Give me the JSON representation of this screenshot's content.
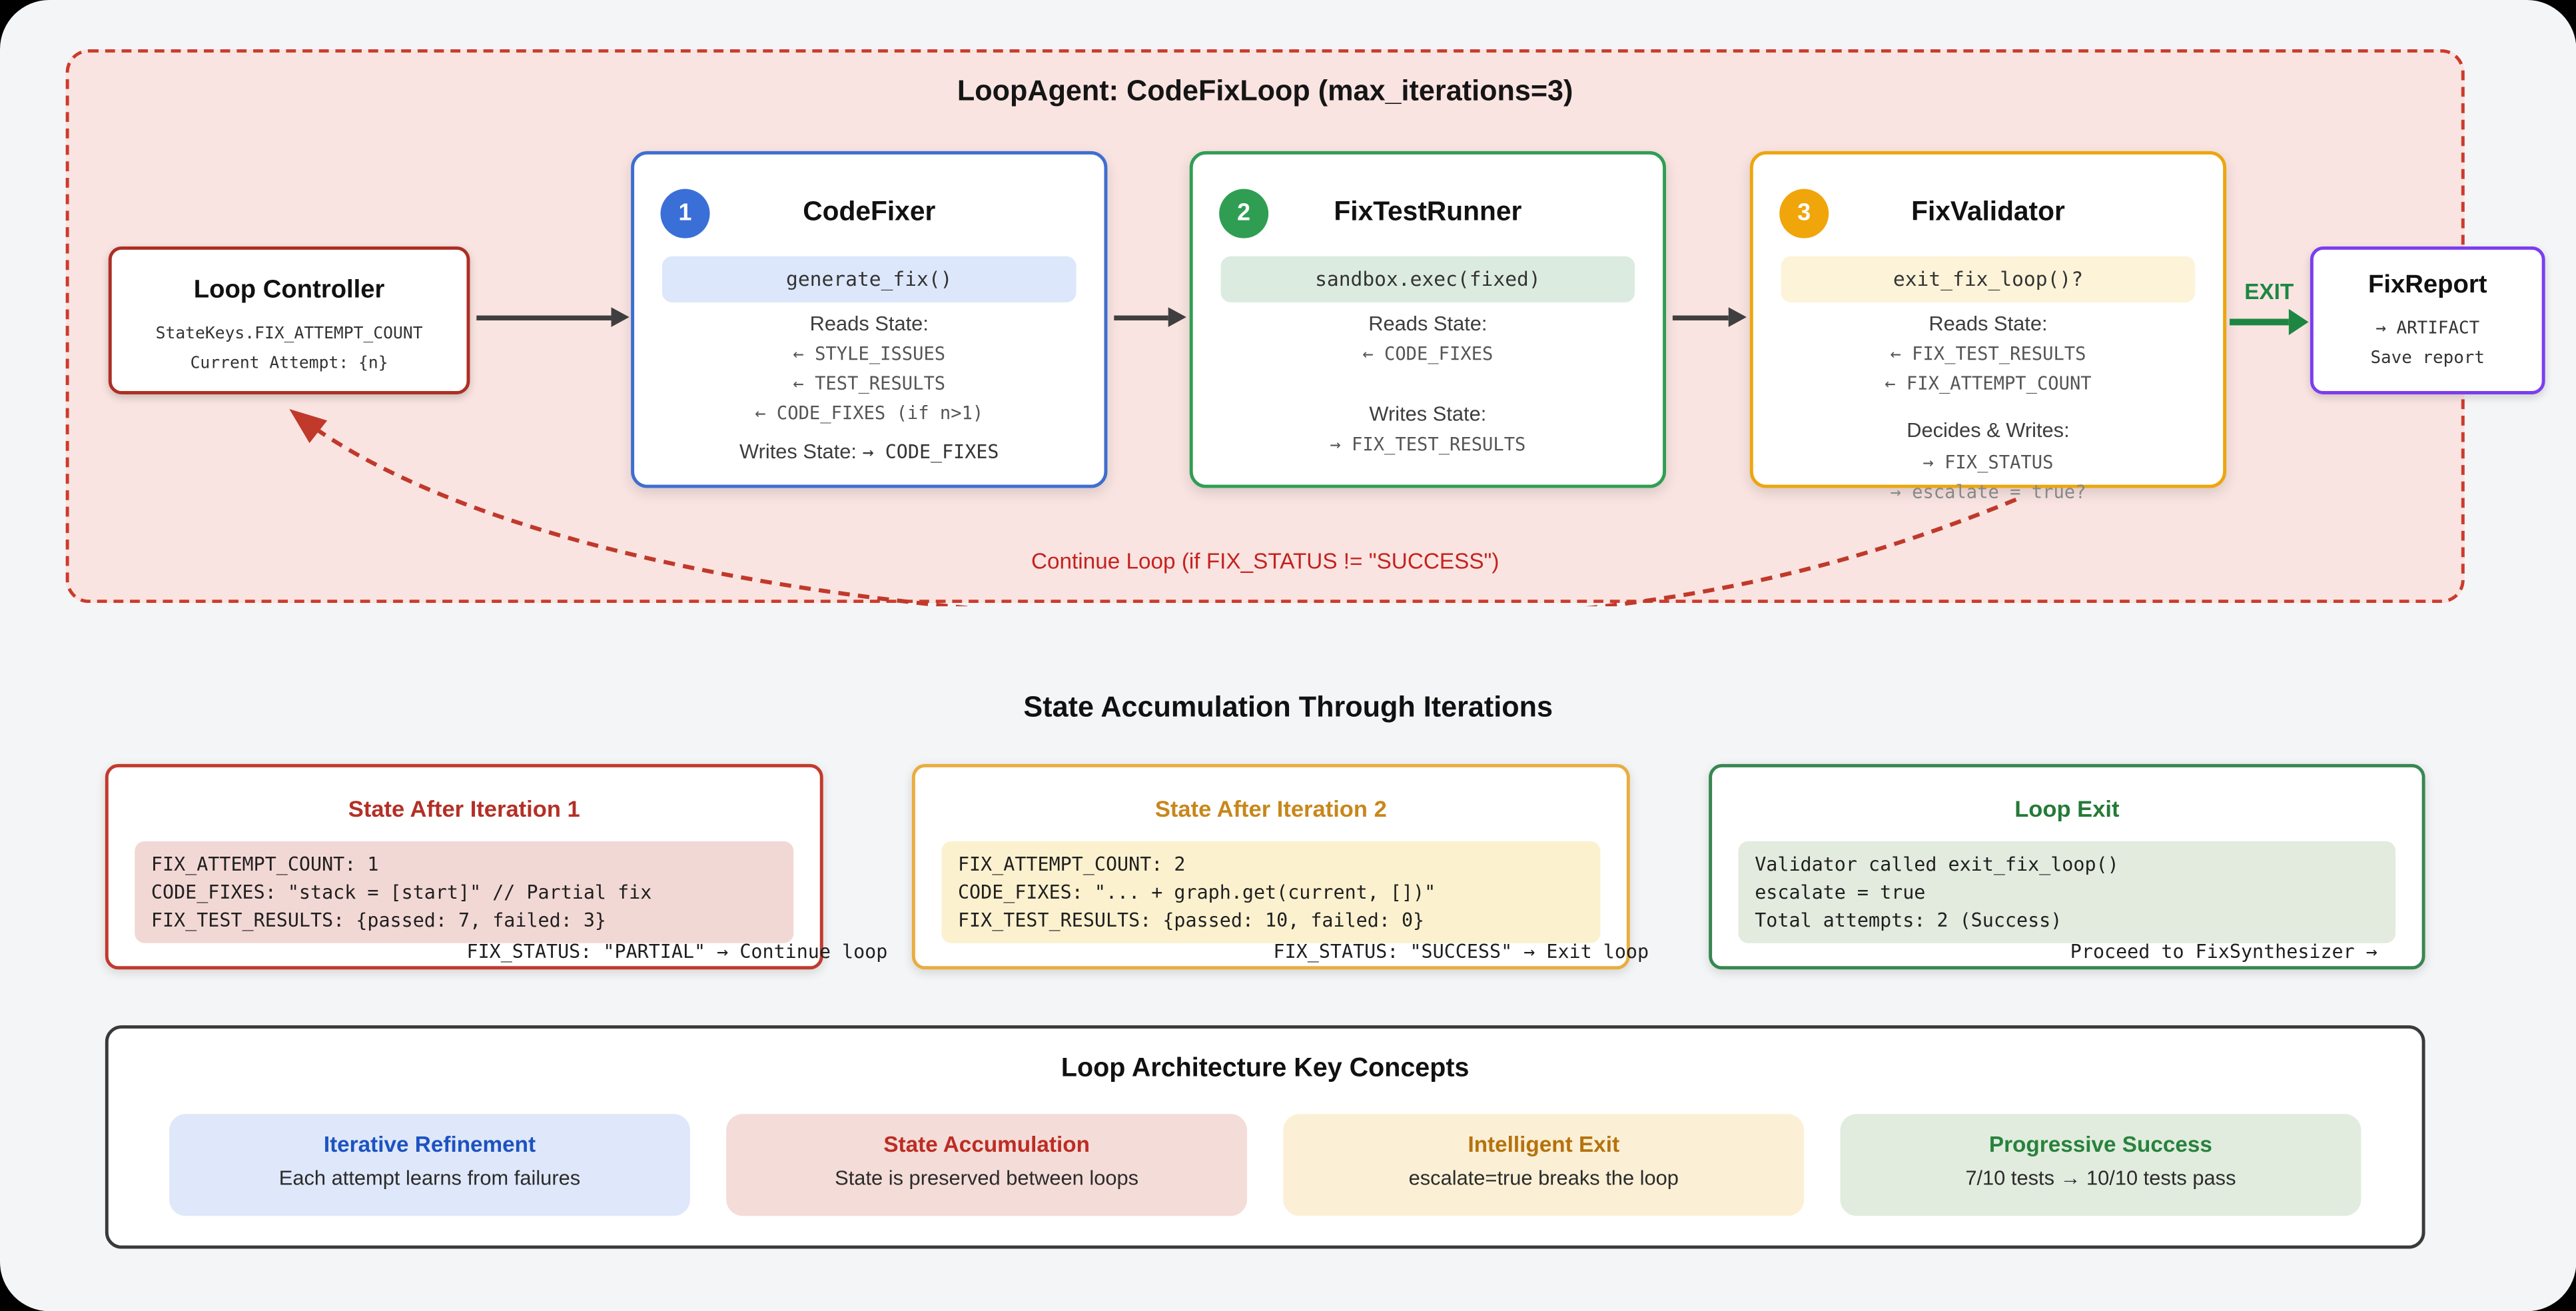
{
  "loop": {
    "title": "LoopAgent: CodeFixLoop (max_iterations=3)",
    "exit_label": "EXIT",
    "continue_label": "Continue Loop (if FIX_STATUS != \"SUCCESS\")",
    "controller": {
      "title": "Loop Controller",
      "lines": [
        "StateKeys.FIX_ATTEMPT_COUNT",
        "Current Attempt: {n}"
      ]
    },
    "codefixer": {
      "badge": "1",
      "title": "CodeFixer",
      "pill": "generate_fix()",
      "reads_label": "Reads State:",
      "reads": [
        "← STYLE_ISSUES",
        "← TEST_RESULTS",
        "← CODE_FIXES (if n>1)"
      ],
      "writes_label": "Writes State:",
      "writes_value": "→ CODE_FIXES"
    },
    "testrunner": {
      "badge": "2",
      "title": "FixTestRunner",
      "pill": "sandbox.exec(fixed)",
      "reads_label": "Reads State:",
      "reads": [
        "← CODE_FIXES"
      ],
      "writes_label": "Writes State:",
      "writes": [
        "→ FIX_TEST_RESULTS"
      ]
    },
    "validator": {
      "badge": "3",
      "title": "FixValidator",
      "pill": "exit_fix_loop()?",
      "reads_label": "Reads State:",
      "reads": [
        "← FIX_TEST_RESULTS",
        "← FIX_ATTEMPT_COUNT"
      ],
      "decides_label": "Decides & Writes:",
      "writes": [
        "→ FIX_STATUS",
        "→ escalate = true?"
      ]
    },
    "report": {
      "title": "FixReport",
      "lines": [
        "→ ARTIFACT",
        "Save report"
      ]
    }
  },
  "states": {
    "heading": "State Accumulation Through Iterations",
    "cards": [
      {
        "title": "State After Iteration 1",
        "lines": [
          "FIX_ATTEMPT_COUNT: 1",
          "CODE_FIXES: \"stack = [start]\" // Partial fix",
          "FIX_TEST_RESULTS: {passed: 7, failed: 3}"
        ],
        "overflow": "FIX_STATUS: \"PARTIAL\" → Continue loop"
      },
      {
        "title": "State After Iteration 2",
        "lines": [
          "FIX_ATTEMPT_COUNT: 2",
          "CODE_FIXES: \"... + graph.get(current, [])\"",
          "FIX_TEST_RESULTS: {passed: 10, failed: 0}"
        ],
        "overflow": "FIX_STATUS: \"SUCCESS\" → Exit loop"
      },
      {
        "title": "Loop Exit",
        "lines": [
          "Validator called exit_fix_loop()",
          "escalate = true",
          "Total attempts: 2 (Success)"
        ],
        "overflow": "Proceed to FixSynthesizer →"
      }
    ]
  },
  "concepts": {
    "title": "Loop Architecture Key Concepts",
    "items": [
      {
        "title": "Iterative Refinement",
        "subtitle": "Each attempt learns from failures"
      },
      {
        "title": "State Accumulation",
        "subtitle": "State is preserved between loops"
      },
      {
        "title": "Intelligent Exit",
        "subtitle": "escalate=true breaks the loop"
      },
      {
        "title": "Progressive Success",
        "subtitle": "7/10 tests → 10/10 tests pass"
      }
    ]
  },
  "colors": {
    "panel_bg": "#f4f5f6",
    "loop_bg": "#f9e4e1",
    "loop_border": "#cc3b2c",
    "blue": "#3a6fd8",
    "green": "#2f9e53",
    "amber": "#f0a50a",
    "purple": "#7b3df0",
    "exit_green": "#1d8742",
    "continue_red": "#c5221f"
  }
}
